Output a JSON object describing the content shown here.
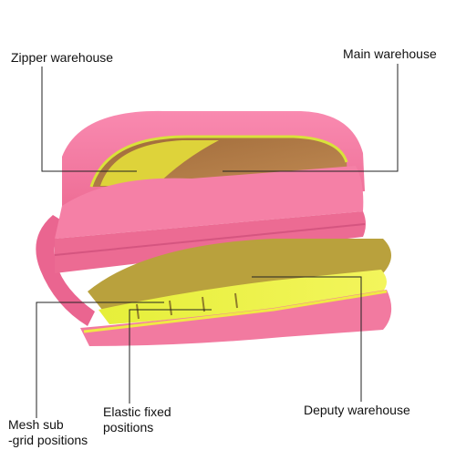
{
  "annotations": {
    "zipper_warehouse": "Zipper warehouse",
    "main_warehouse": "Main warehouse",
    "elastic_fixed": [
      "Elastic fixed",
      "positions"
    ],
    "deputy_warehouse": "Deputy warehouse",
    "mesh_sub_grid": [
      "Mesh sub",
      "-grid positions"
    ]
  },
  "colors": {
    "bag_pink": "#f47aa0",
    "bag_pink_dark": "#e45c86",
    "bag_pink_light": "#fa9dbb",
    "lining_yellow": "#e8ee3a",
    "lining_olive": "#b5a23a",
    "interior_brown": "#a8703e",
    "leader_line": "#222222"
  }
}
